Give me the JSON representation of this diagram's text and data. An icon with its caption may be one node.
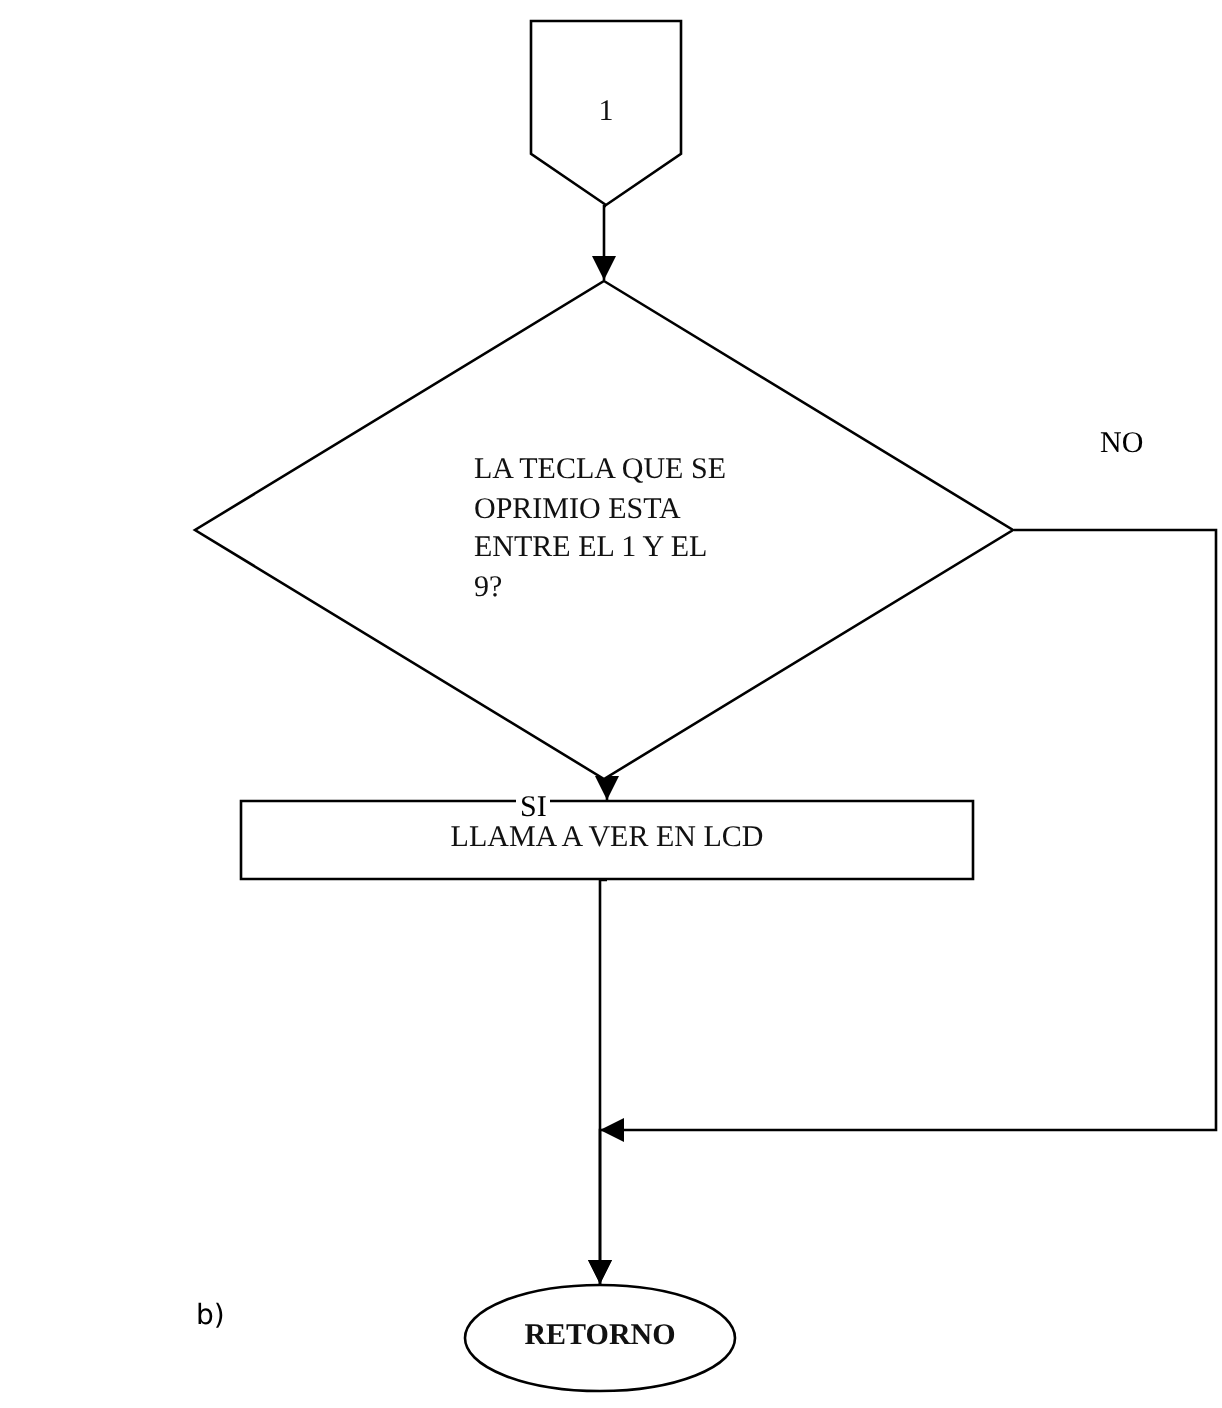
{
  "diagram": {
    "nodes": [
      {
        "text": [
          "1"
        ]
      },
      {
        "text": [
          "LA TECLA QUE SE  OPRIMIO ESTA ENTRE EL 1 Y EL 9?"
        ]
      },
      {
        "text": [
          "LLAMA A VER EN LCD"
        ]
      },
      {
        "text": [
          "RETORNO"
        ]
      }
    ],
    "edges": [
      {
        "from": 0,
        "to": 1,
        "arrow": "to"
      },
      {
        "from": 1,
        "to": 2,
        "arrow": "to",
        "label": "SI"
      },
      {
        "from": 2,
        "to": 3,
        "arrow": "to"
      },
      {
        "from": 1,
        "to": 3,
        "arrow": "to",
        "label": "NO"
      }
    ],
    "labels": [
      "b)"
    ]
  }
}
